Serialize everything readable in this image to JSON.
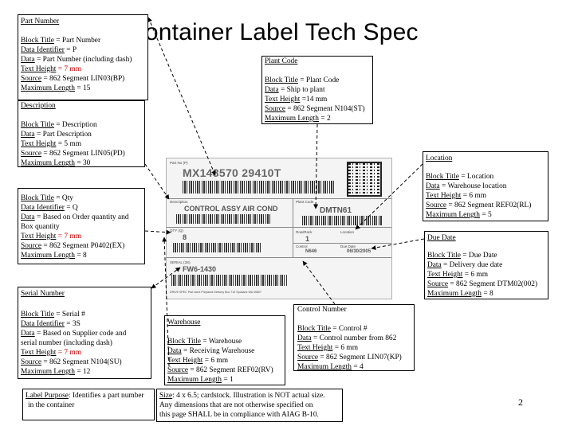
{
  "title": "Container Label Tech Spec",
  "page_number": "2",
  "part_number": {
    "heading": "Part Number",
    "lines": [
      {
        "label": "Block Title",
        "value": " = Part Number"
      },
      {
        "label": "Data Identifier",
        "value": " = P"
      },
      {
        "label": "Data",
        "value": " = Part Number (including dash)"
      },
      {
        "label": "Text Height",
        "value": " = 7 mm"
      },
      {
        "label": "Source",
        "value": " = 862 Segment LIN03(BP)"
      },
      {
        "label": "Maximum Length",
        "value": " = 15"
      }
    ]
  },
  "description": {
    "heading": "Description",
    "lines": [
      {
        "label": "Block Title",
        "value": " = Description"
      },
      {
        "label": "Data",
        "value": " = Part Description"
      },
      {
        "label": "Text Height",
        "value": " = 5 mm"
      },
      {
        "label": "Source",
        "value": " = 862 Segment LIN05(PD)"
      },
      {
        "label": "Maximum Length",
        "value": " = 30"
      }
    ]
  },
  "qty": {
    "line1_label": "Block Title",
    "line1_value": " = Qty",
    "line2_label": "Data Identifier",
    "line2_value": " = Q",
    "line3_label": "Data",
    "line3_value": " = Based on Order quantity and",
    "line4": "Box quantity",
    "line5_label": "Text Height",
    "line5_value": " = 7 mm",
    "line6_label": "Source",
    "line6_value": " = 862 Segment P0402(EX)",
    "line7_label": "Maximum Length",
    "line7_value": " = 8"
  },
  "serial": {
    "heading": "Serial Number",
    "line1_label": "Block Title",
    "line1_value": " = Serial #",
    "line2_label": "Data Identifier",
    "line2_value": " = 3S",
    "line3_label": "Data",
    "line3_value": " = Based on Supplier code and",
    "line4": "serial number (including dash)",
    "line5_label": "Text Height",
    "line5_value": " = 7 mm",
    "line6_label": "Source",
    "line6_value": " = 862 Segment N104(SU)",
    "line7_label": "Maximum Length",
    "line7_value": " = 12"
  },
  "plant_code": {
    "heading": "Plant Code",
    "lines": [
      {
        "label": "Block Title",
        "value": " = Plant Code"
      },
      {
        "label": "Data",
        "value": " = Ship to plant"
      },
      {
        "label": "Text Height",
        "value": " =14 mm"
      },
      {
        "label": "Source",
        "value": " = 862 Segment N104(ST)"
      },
      {
        "label": "Maximum Length",
        "value": " = 2"
      }
    ]
  },
  "location": {
    "heading": "Location",
    "lines": [
      {
        "label": "Block Title",
        "value": " = Location"
      },
      {
        "label": "Data",
        "value": " = Warehouse location"
      },
      {
        "label": "Text Height",
        "value": " = 6 mm"
      },
      {
        "label": "Source",
        "value": " = 862 Segment REF02(RL)"
      },
      {
        "label": "Maximum Length",
        "value": " = 5"
      }
    ]
  },
  "due_date": {
    "heading": "Due Date",
    "lines": [
      {
        "label": "Block Title",
        "value": " = Due Date"
      },
      {
        "label": "Data",
        "value": " = Delivery due date"
      },
      {
        "label": "Text Height",
        "value": " = 6 mm"
      },
      {
        "label": "Source",
        "value": " = 862 Segment DTM02(002)"
      },
      {
        "label": "Maximum Length",
        "value": " = 8"
      }
    ]
  },
  "control_number": {
    "heading": "Control Number",
    "line1_label": "Block Title",
    "line1_value": " = Control #",
    "line2_label": "Data",
    "line2_value": " = Control number from 862",
    "line3_label": "Text Height",
    "line3_value": " = 6 mm",
    "line4_label": "Source",
    "line4_value": " = 862 Segment LIN07(KP)",
    "line5_label": "Maximum Length",
    "line5_value": " = 4"
  },
  "warehouse": {
    "heading": "Warehouse",
    "lines": [
      {
        "label": "Block Title",
        "value": " = Warehouse"
      },
      {
        "label": "Data",
        "value": " = Receiving Warehouse"
      },
      {
        "label": "Text Height",
        "value": " = 6 mm"
      },
      {
        "label": "Source",
        "value": " = 862 Segment REF02(RV)"
      },
      {
        "label": "Maximum Length",
        "value": " = 1"
      }
    ]
  },
  "label_purpose": {
    "label": "Label Purpose",
    "text1": ": Identifies a part number",
    "text2": "in the container"
  },
  "size_note": {
    "label": "Size",
    "text1": ":  4 x 6.5; cardstock. Illustration is NOT actual size.",
    "text2": "Any dimensions that are not otherwise specified on",
    "text3": "this page SHALL be in compliance with AIAG B-10."
  },
  "label_image": {
    "part_title": "Part No (P)",
    "part_value": "MX148570 29410T",
    "desc_title": "Description",
    "desc_value": "CONTROL ASSY  AIR COND",
    "plant_title": "Plant Code",
    "plant_value": "DMTN61",
    "qty_title": "QTY (Q)",
    "qty_value": "8",
    "row_title": "Row/Rack",
    "row_value": "1",
    "loc_title": "Location",
    "due_title": "Due Date",
    "due_value": "06/30/2005",
    "control_title": "Control",
    "control_value": "N646",
    "serial_title": "SERIAL (3S)",
    "serial_value": "FW6-1430",
    "footer": "DRIVE SPEC Part Ident Prepared Delivery Box 710 Spokane WA 49807"
  }
}
